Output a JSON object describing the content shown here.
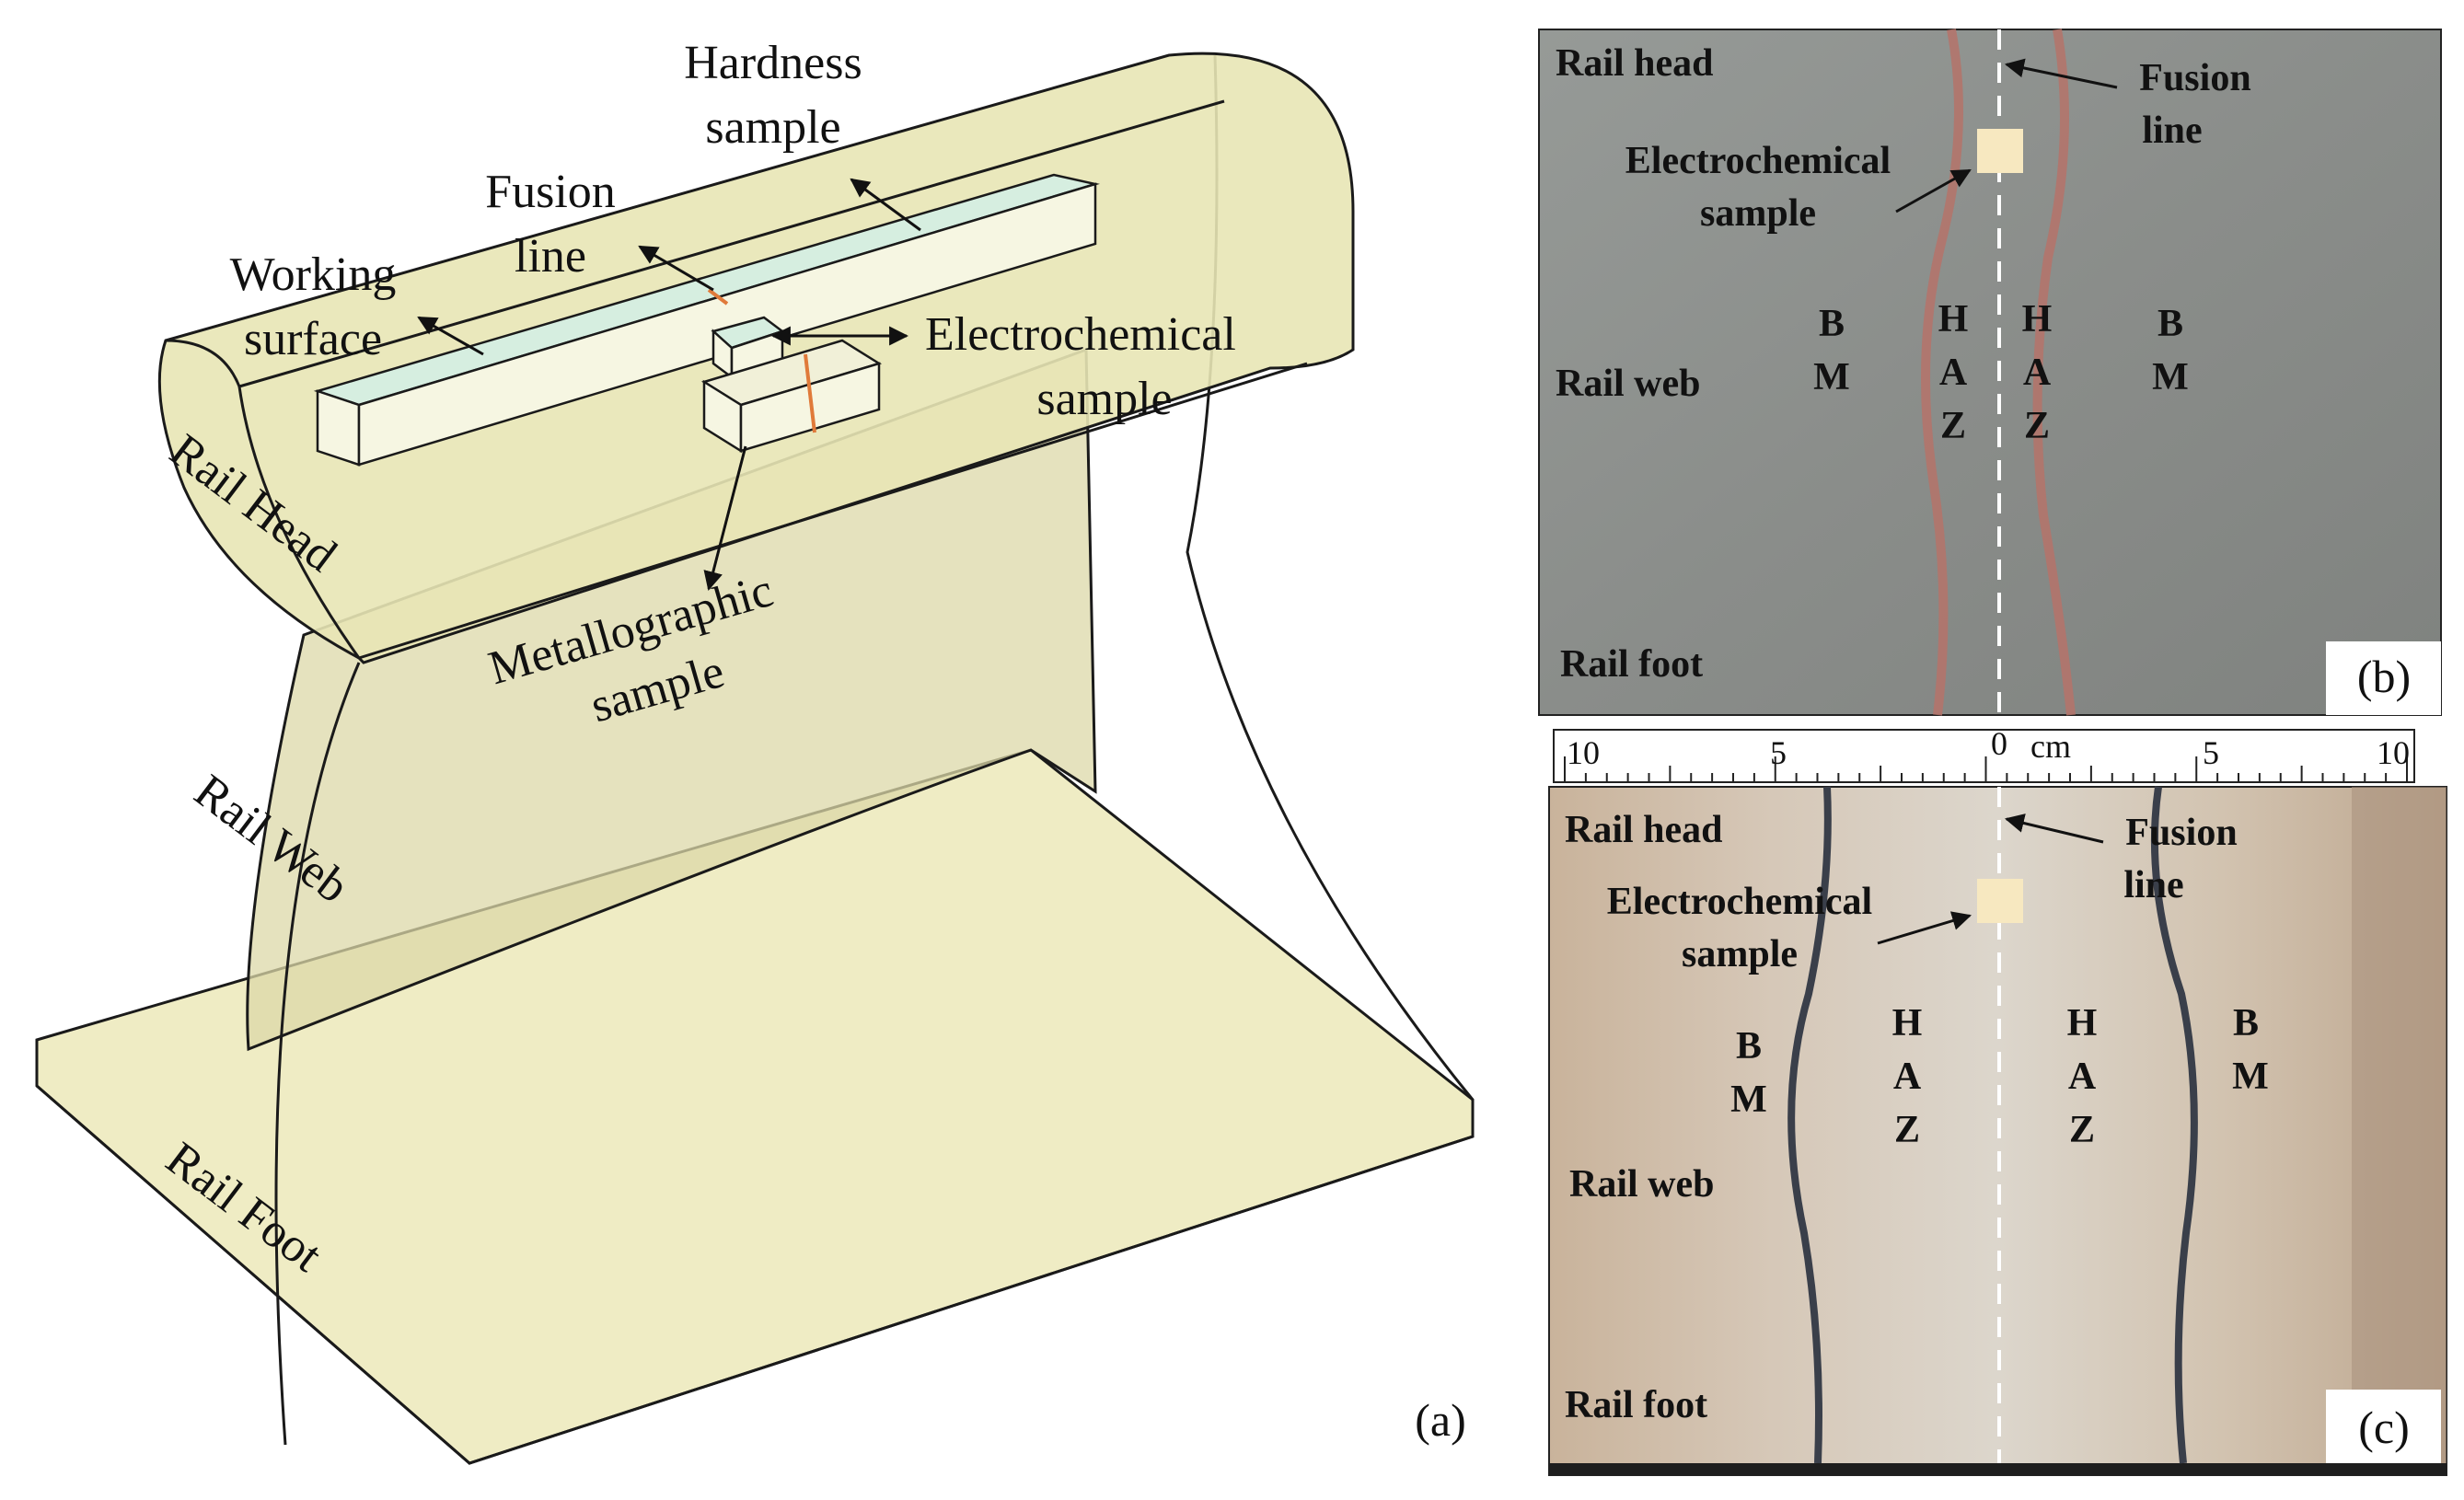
{
  "panel_a": {
    "panel_label": "(a)",
    "labels": {
      "hardness_1": "Hardness",
      "hardness_2": "sample",
      "fusion_1": "Fusion",
      "fusion_2": "line",
      "working_1": "Working",
      "working_2": "surface",
      "electro_1": "Electrochemical",
      "electro_2": "sample",
      "metallo_1": "Metallographic",
      "metallo_2": "sample",
      "rail_head": "Rail Head",
      "rail_web": "Rail Web",
      "rail_foot": "Rail Foot"
    },
    "colors": {
      "rail_fill": "#e9e6b4",
      "rail_stroke": "#1a1a1a",
      "sample_face": "#f6f6e2",
      "hardness_top": "#d6eee0",
      "fusion": "#e07a3a"
    }
  },
  "panel_b": {
    "panel_label": "(b)",
    "rail_head": "Rail head",
    "rail_web": "Rail web",
    "rail_foot": "Rail foot",
    "fusion_1": "Fusion",
    "fusion_2": "line",
    "electro_1": "Electrochemical",
    "electro_2": "sample",
    "bm_left": [
      "B",
      "M"
    ],
    "haz_left": [
      "H",
      "A",
      "Z"
    ],
    "haz_right": [
      "H",
      "A",
      "Z"
    ],
    "bm_right": [
      "B",
      "M"
    ],
    "colors": {
      "background": "#8c8f8c",
      "haz_line": "#b5736a",
      "sample": "#f7e8c0"
    }
  },
  "panel_c": {
    "panel_label": "(c)",
    "scale_ticks": [
      "10",
      "5",
      "0",
      "5",
      "10"
    ],
    "scale_unit": "cm",
    "rail_head": "Rail head",
    "rail_web": "Rail web",
    "rail_foot": "Rail foot",
    "fusion_1": "Fusion",
    "fusion_2": "line",
    "electro_1": "Electrochemical",
    "electro_2": "sample",
    "bm_left": [
      "B",
      "M"
    ],
    "haz_left": [
      "H",
      "A",
      "Z"
    ],
    "haz_right": [
      "H",
      "A",
      "Z"
    ],
    "bm_right": [
      "B",
      "M"
    ],
    "colors": {
      "background": "#cdbfae",
      "haz_line": "#3a3f4a",
      "sample": "#f7e8c0"
    }
  }
}
